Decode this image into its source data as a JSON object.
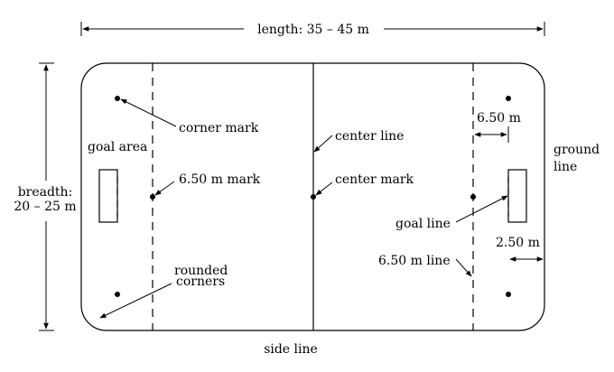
{
  "labels": {
    "length": "length: 35 – 45 m",
    "breadth_line1": "breadth:",
    "breadth_line2": "20 – 25 m",
    "corner_mark": "corner mark",
    "goal_area": "goal area",
    "mark_650": "6.50 m mark",
    "rounded_line1": "rounded",
    "rounded_line2": "corners",
    "center_line": "center line",
    "center_mark": "center mark",
    "dim_650": "6.50 m",
    "ground_line1": "ground",
    "ground_line2": "line",
    "goal_line": "goal line",
    "dim_250": "2.50 m",
    "line_650": "6.50 m line",
    "side_line": "side line"
  }
}
